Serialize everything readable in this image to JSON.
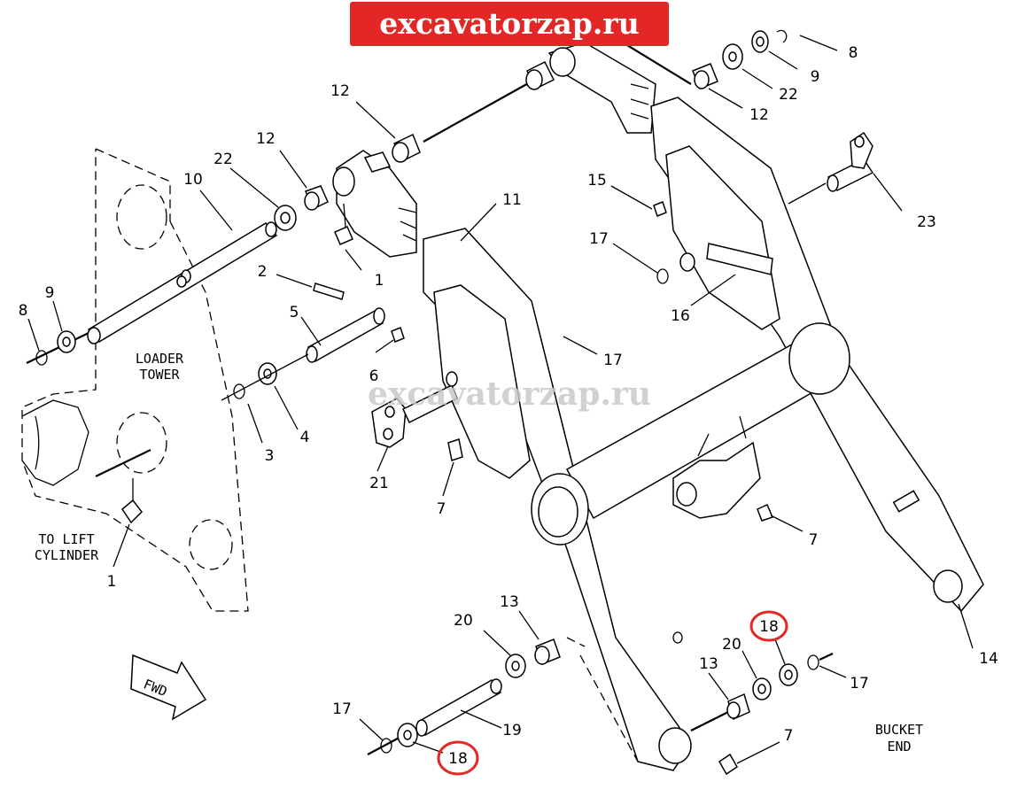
{
  "brand": {
    "banner_text": "excavatorzap.ru",
    "banner_color": "#e32626"
  },
  "watermark": {
    "text": "excavatorzap.ru"
  },
  "section_labels": {
    "loader_tower_1": "LOADER",
    "loader_tower_2": "TOWER",
    "lift_cyl_1": "TO LIFT",
    "lift_cyl_2": "CYLINDER",
    "bucket_end_1": "BUCKET",
    "bucket_end_2": "END",
    "fwd": "FWD"
  },
  "callouts": [
    {
      "id": "c8a",
      "number": "8"
    },
    {
      "id": "c9a",
      "number": "9"
    },
    {
      "id": "c22a",
      "number": "22"
    },
    {
      "id": "c12a",
      "number": "12"
    },
    {
      "id": "c8b",
      "number": "8"
    },
    {
      "id": "c9b",
      "number": "9"
    },
    {
      "id": "c10",
      "number": "10"
    },
    {
      "id": "c22b",
      "number": "22"
    },
    {
      "id": "c12b",
      "number": "12"
    },
    {
      "id": "c12c",
      "number": "12"
    },
    {
      "id": "c1a",
      "number": "1"
    },
    {
      "id": "c2",
      "number": "2"
    },
    {
      "id": "c5",
      "number": "5"
    },
    {
      "id": "c6",
      "number": "6"
    },
    {
      "id": "c3",
      "number": "3"
    },
    {
      "id": "c4",
      "number": "4"
    },
    {
      "id": "c11",
      "number": "11"
    },
    {
      "id": "c15",
      "number": "15"
    },
    {
      "id": "c17a",
      "number": "17"
    },
    {
      "id": "c16",
      "number": "16"
    },
    {
      "id": "c17b",
      "number": "17"
    },
    {
      "id": "c23",
      "number": "23"
    },
    {
      "id": "c21",
      "number": "21"
    },
    {
      "id": "c7a",
      "number": "7"
    },
    {
      "id": "c7b",
      "number": "7"
    },
    {
      "id": "c1b",
      "number": "1"
    },
    {
      "id": "c20a",
      "number": "20"
    },
    {
      "id": "c13a",
      "number": "13"
    },
    {
      "id": "c18a",
      "number": "18",
      "highlighted": true
    },
    {
      "id": "c20b",
      "number": "20"
    },
    {
      "id": "c13b",
      "number": "13"
    },
    {
      "id": "c17c",
      "number": "17"
    },
    {
      "id": "c14",
      "number": "14"
    },
    {
      "id": "c17d",
      "number": "17"
    },
    {
      "id": "c19",
      "number": "19"
    },
    {
      "id": "c18b",
      "number": "18",
      "highlighted": true
    },
    {
      "id": "c7c",
      "number": "7"
    }
  ],
  "highlight_color": "#e32626"
}
